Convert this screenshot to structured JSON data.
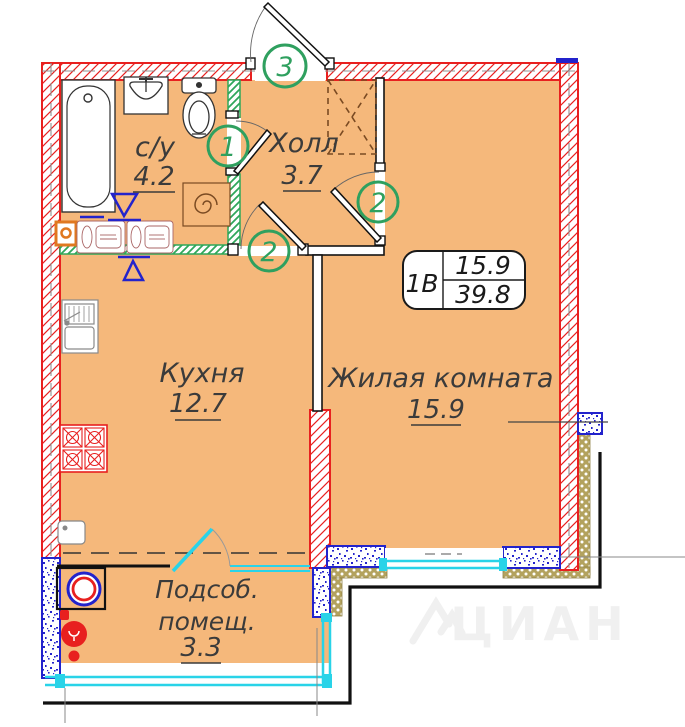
{
  "plan_title": "apartment-floor-plan",
  "rooms": {
    "bathroom": {
      "label": "с/у",
      "area": "4.2"
    },
    "hall": {
      "label": "Холл",
      "area": "3.7"
    },
    "kitchen": {
      "label": "Кухня",
      "area": "12.7"
    },
    "living": {
      "label": "Жилая комната",
      "area": "15.9"
    },
    "utility": {
      "label_line1": "Подсоб.",
      "label_line2": "помещ.",
      "area": "3.3"
    }
  },
  "info_table": {
    "unit_type": "1В",
    "living_area": "15.9",
    "total_area": "39.8"
  },
  "door_tags": {
    "entry": "3",
    "bathroom": "1",
    "kitchen": "2",
    "living": "2"
  },
  "watermark": "ЦИАН",
  "colors": {
    "floor_orange": "#f5b87b",
    "outer_wall_red": "#e8201f",
    "partition_green": "#2fa75b",
    "concrete_blue": "#2323cc",
    "glazing_cyan": "#29d3e8",
    "insulation_tan": "#b3a25e",
    "tag_green": "#2fa05f",
    "line_black": "#111111",
    "label_gray": "#3b3b3b"
  },
  "icons": [
    "bathtub-icon",
    "wash-basin-icon",
    "toilet-icon",
    "ventilation-spiral-icon",
    "washing-machine-icon",
    "cabinet-icon",
    "electrical-panel-icon",
    "kitchen-sink-icon",
    "gas-stove-icon",
    "small-sink-icon",
    "washer-drum-icon",
    "plumbing-riser-icon",
    "water-tap-triangle-icon",
    "wardrobe-cross-icon"
  ]
}
